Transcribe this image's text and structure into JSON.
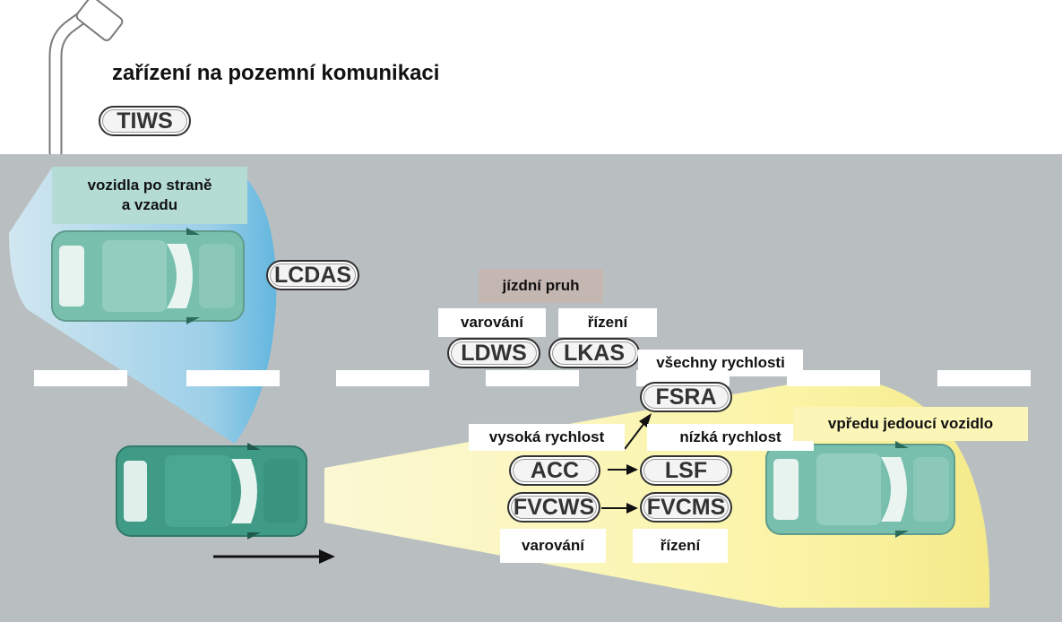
{
  "title": "zařízení na pozemní komunikaci",
  "systems": {
    "tiws": "TIWS",
    "lcdas": "LCDAS",
    "ldws": "LDWS",
    "lkas": "LKAS",
    "fsra": "FSRA",
    "acc": "ACC",
    "lsf": "LSF",
    "fvcws": "FVCWS",
    "fvcms": "FVCMS"
  },
  "labels": {
    "side_vehicles_line1": "vozidla po straně",
    "side_vehicles_line2": "a vzadu",
    "lane": "jízdní pruh",
    "lane_warning": "varování",
    "lane_control": "řízení",
    "all_speeds": "všechny rychlosti",
    "high_speed": "vysoká rychlost",
    "low_speed": "nízká rychlost",
    "vehicle_ahead": "vpředu jedoucí vozidlo",
    "front_warning": "varování",
    "front_control": "řízení"
  },
  "colors": {
    "road": "#b9bfc1",
    "lane_marking": "#ffffff",
    "side_zone": "#7fc4e4",
    "front_zone": "#fbf6b4",
    "own_car": "#3f9a86",
    "other_car": "#78bfae",
    "lane_label_bg": "#c4b7b2",
    "side_label_bg": "#b4dcd5"
  }
}
